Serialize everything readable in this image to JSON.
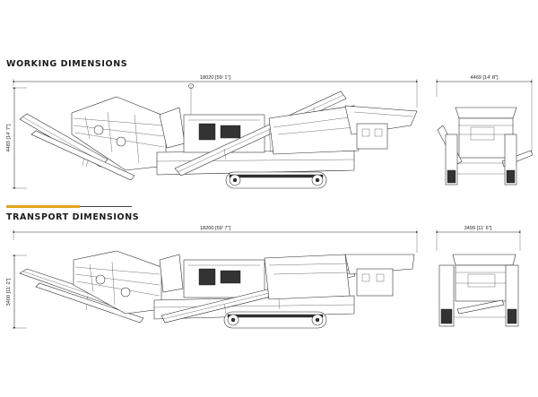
{
  "working": {
    "heading": "WORKING DIMENSIONS",
    "length": "18020 [59' 1\"]",
    "height": "4483 [14' 7\"]",
    "width": "4469 [14' 8\"]"
  },
  "transport": {
    "heading": "TRANSPORT DIMENSIONS",
    "length": "18200 [59' 7\"]",
    "height": "3400 [11' 2\"]",
    "width": "3499 [11' 6\"]"
  },
  "colors": {
    "accent": "#e3a51b",
    "line": "#222222",
    "background": "#ffffff"
  }
}
